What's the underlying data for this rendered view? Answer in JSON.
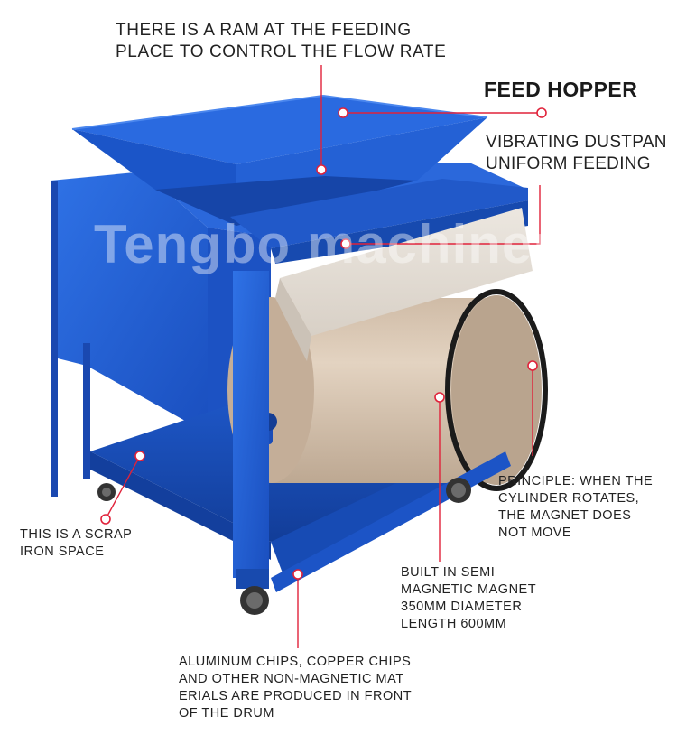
{
  "labels": {
    "ram": [
      "THERE IS A RAM AT THE FEEDING",
      "PLACE TO CONTROL THE FLOW RATE"
    ],
    "feed_hopper": "FEED HOPPER",
    "dustpan": [
      "VIBRATING DUSTPAN",
      "UNIFORM FEEDING"
    ],
    "principle": [
      "PRINCIPLE: WHEN THE",
      "CYLINDER ROTATES,",
      "THE MAGNET DOES",
      "NOT MOVE"
    ],
    "scrap": [
      "THIS IS A SCRAP",
      "IRON SPACE"
    ],
    "magnet": [
      "BUILT IN SEMI",
      "MAGNETIC MAGNET",
      "350MM DIAMETER",
      "LENGTH 600MM"
    ],
    "nonmagnetic": [
      "ALUMINUM CHIPS, COPPER CHIPS",
      "AND OTHER NON-MAGNETIC MAT",
      "ERIALS ARE PRODUCED IN FRONT",
      " OF THE DRUM"
    ]
  },
  "watermark": "Tengbo machinery",
  "colors": {
    "machine_blue": "#1f5fd6",
    "machine_blue_dark": "#153f9e",
    "drum": "#d9c7b4",
    "callout_red": "#e0223a"
  }
}
